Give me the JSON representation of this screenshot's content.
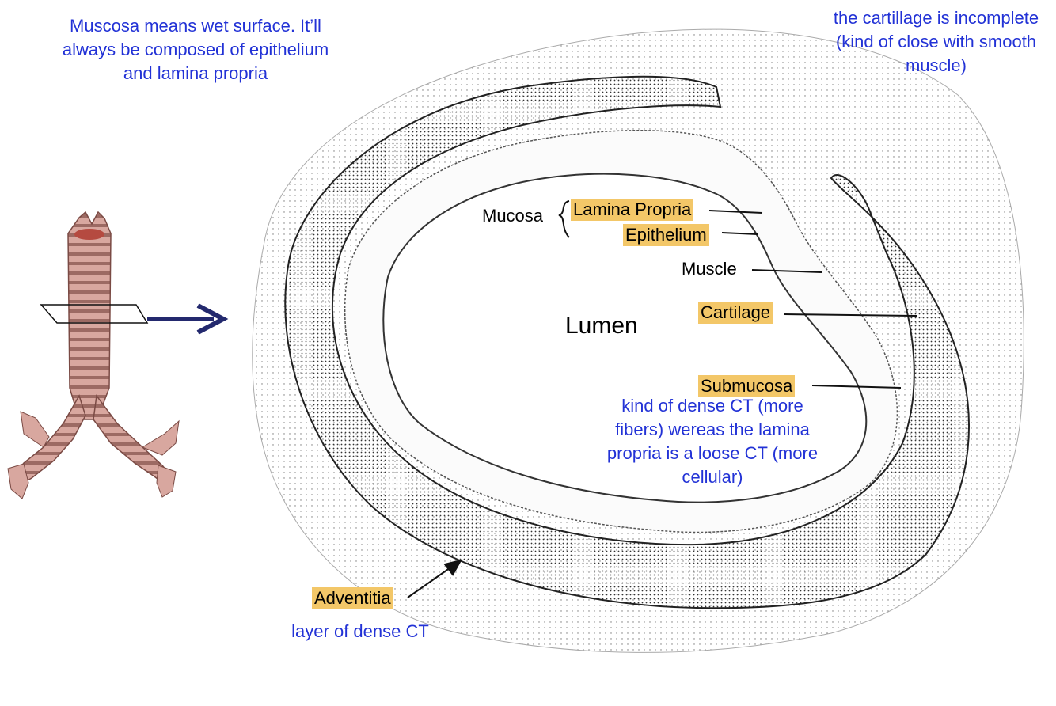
{
  "notes": {
    "mucosa_note": "Muscosa means wet surface. It’ll always be composed of epithelium and lamina propria",
    "cartilage_note": "the cartillage is incomplete (kind of close with smooth muscle)",
    "submucosa_note": "kind of dense CT (more fibers) wereas the lamina propria is a loose CT (more cellular)",
    "adventitia_note": "layer of dense CT"
  },
  "labels": {
    "mucosa": "Mucosa",
    "lamina_propria": "Lamina Propria",
    "epithelium": "Epithelium",
    "muscle": "Muscle",
    "lumen": "Lumen",
    "cartilage": "Cartilage",
    "submucosa": "Submucosa",
    "adventitia": "Adventitia"
  },
  "colors": {
    "note_text": "#2232d6",
    "highlight": "#f3c768",
    "arrow": "#23296e",
    "cartilage_fill": "#8f8f8f",
    "trachea_fill": "#c9928a"
  }
}
